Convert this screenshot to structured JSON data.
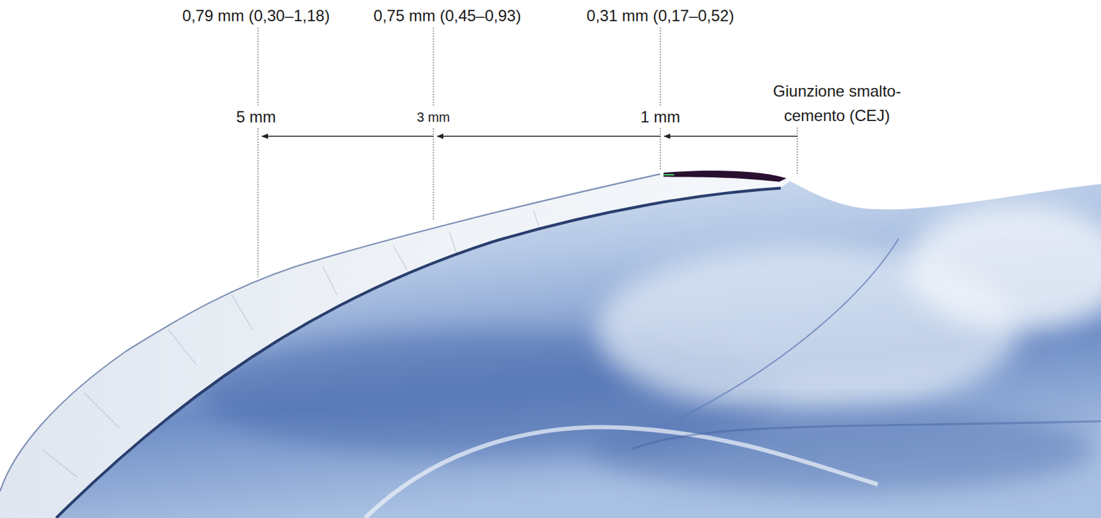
{
  "diagram": {
    "labels": [
      "0,79 mm (0,30–1,18)",
      "0,75 mm (0,45–0,93)",
      "0,31 mm (0,17–0,52)",
      "Giunzione smalto-cemento (CEJ)",
      "5 mm",
      "3 mm",
      "1 mm"
    ]
  }
}
